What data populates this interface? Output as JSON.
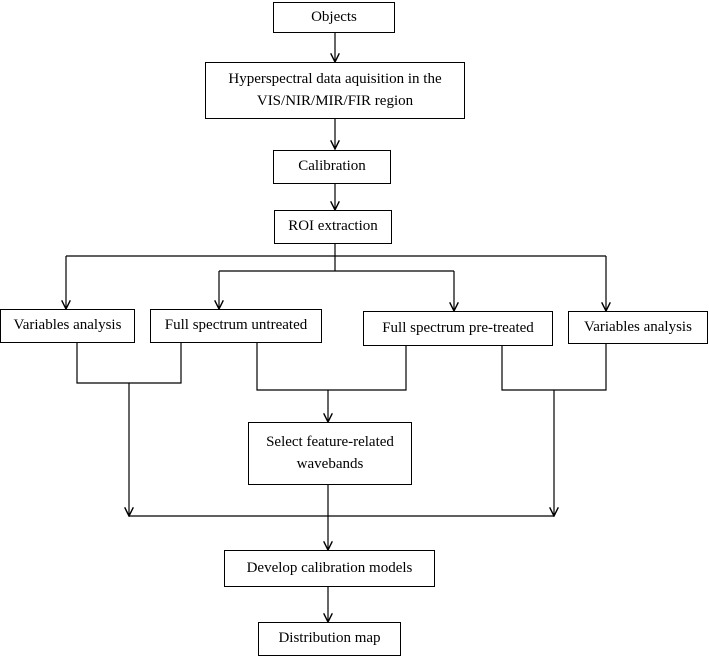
{
  "diagram": {
    "nodes": {
      "objects": "Objects",
      "acquisition_line1": "Hyperspectral data aquisition in the",
      "acquisition_line2": "VIS/NIR/MIR/FIR region",
      "calibration": "Calibration",
      "roi": "ROI extraction",
      "variables_left": "Variables analysis",
      "full_untreated": "Full spectrum untreated",
      "full_pretreated": "Full spectrum pre-treated",
      "variables_right": "Variables analysis",
      "select_line1": "Select feature-related",
      "select_line2": "wavebands",
      "develop": "Develop calibration models",
      "distribution": "Distribution map"
    }
  }
}
